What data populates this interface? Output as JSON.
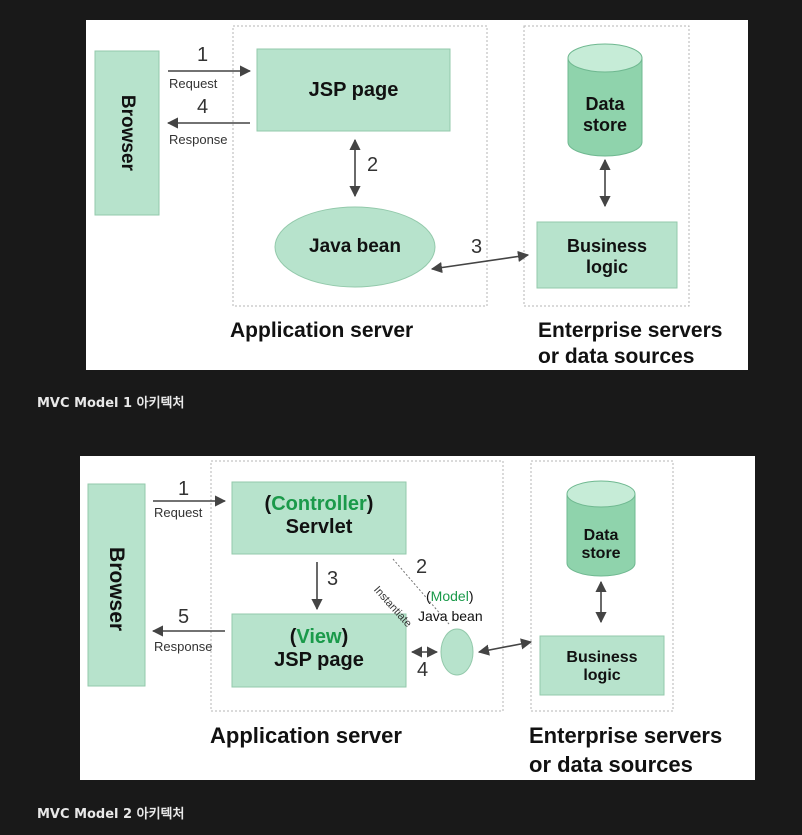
{
  "colors": {
    "page_background": "#191919",
    "panel_background": "#ffffff",
    "box_fill": "#b7e3cc",
    "box_stroke": "#93c9ab",
    "cylinder_body": "#8fd3ac",
    "cylinder_top": "#c6ecd7",
    "accent_text": "#1a9a4a",
    "arrow": "#444444"
  },
  "diagram1": {
    "caption": "MVC Model 1 아키텍처",
    "browser": "Browser",
    "jsp_page": "JSP page",
    "java_bean": "Java bean",
    "data_store_line1": "Data",
    "data_store_line2": "store",
    "business_line1": "Business",
    "business_line2": "logic",
    "app_server": "Application server",
    "enterprise_line1": "Enterprise servers",
    "enterprise_line2": "or data sources",
    "step1": "1",
    "step2": "2",
    "step3": "3",
    "step4": "4",
    "request": "Request",
    "response": "Response"
  },
  "diagram2": {
    "caption": "MVC Model 2 아키텍처",
    "browser": "Browser",
    "controller_open": "(",
    "controller_word": "Controller",
    "controller_close": ")",
    "servlet": "Servlet",
    "view_open": "(",
    "view_word": "View",
    "view_close": ")",
    "jsp_page": "JSP page",
    "model_open": "(",
    "model_word": "Model",
    "model_close": ")",
    "java_bean": "Java bean",
    "instantiate": "Instantiate",
    "data_store_line1": "Data",
    "data_store_line2": "store",
    "business_line1": "Business",
    "business_line2": "logic",
    "app_server": "Application server",
    "enterprise_line1": "Enterprise servers",
    "enterprise_line2": "or data sources",
    "step1": "1",
    "step2": "2",
    "step3": "3",
    "step4": "4",
    "step5": "5",
    "request": "Request",
    "response": "Response"
  }
}
